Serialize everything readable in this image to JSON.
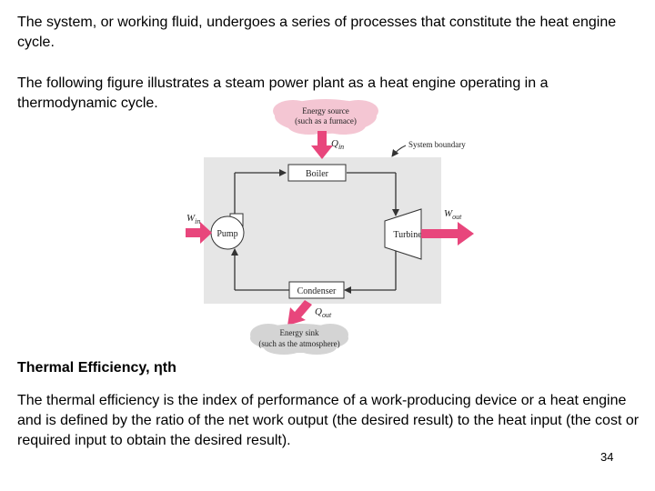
{
  "paragraphs": {
    "p1": "The system, or working fluid, undergoes a series of processes that constitute the heat engine cycle.",
    "p2": "The following figure illustrates a steam power plant as a heat engine operating in a thermodynamic cycle.",
    "heading": "Thermal Efficiency, ηth",
    "p3": "The thermal efficiency is the index of performance of a work-producing device or a heat engine and is defined by the ratio of the net work output (the desired result) to the heat input (the cost or required input to obtain the desired result)."
  },
  "diagram": {
    "energy_source_line1": "Energy source",
    "energy_source_line2": "(such as a furnace)",
    "system_boundary": "System boundary",
    "boiler": "Boiler",
    "pump": "Pump",
    "turbine": "Turbine",
    "condenser": "Condenser",
    "q_in_symbol": "Q",
    "q_in_sub": "in",
    "q_out_symbol": "Q",
    "q_out_sub": "out",
    "w_in_symbol": "W",
    "w_in_sub": "in",
    "w_out_symbol": "W",
    "w_out_sub": "out",
    "energy_sink_line1": "Energy sink",
    "energy_sink_line2": "(such as the atmosphere)",
    "colors": {
      "source_fill": "#f4c6d3",
      "arrow_pink": "#e8467c",
      "boundary_fill": "#e6e6e6",
      "sink_fill": "#d4d4d4"
    }
  },
  "page_number": "34"
}
